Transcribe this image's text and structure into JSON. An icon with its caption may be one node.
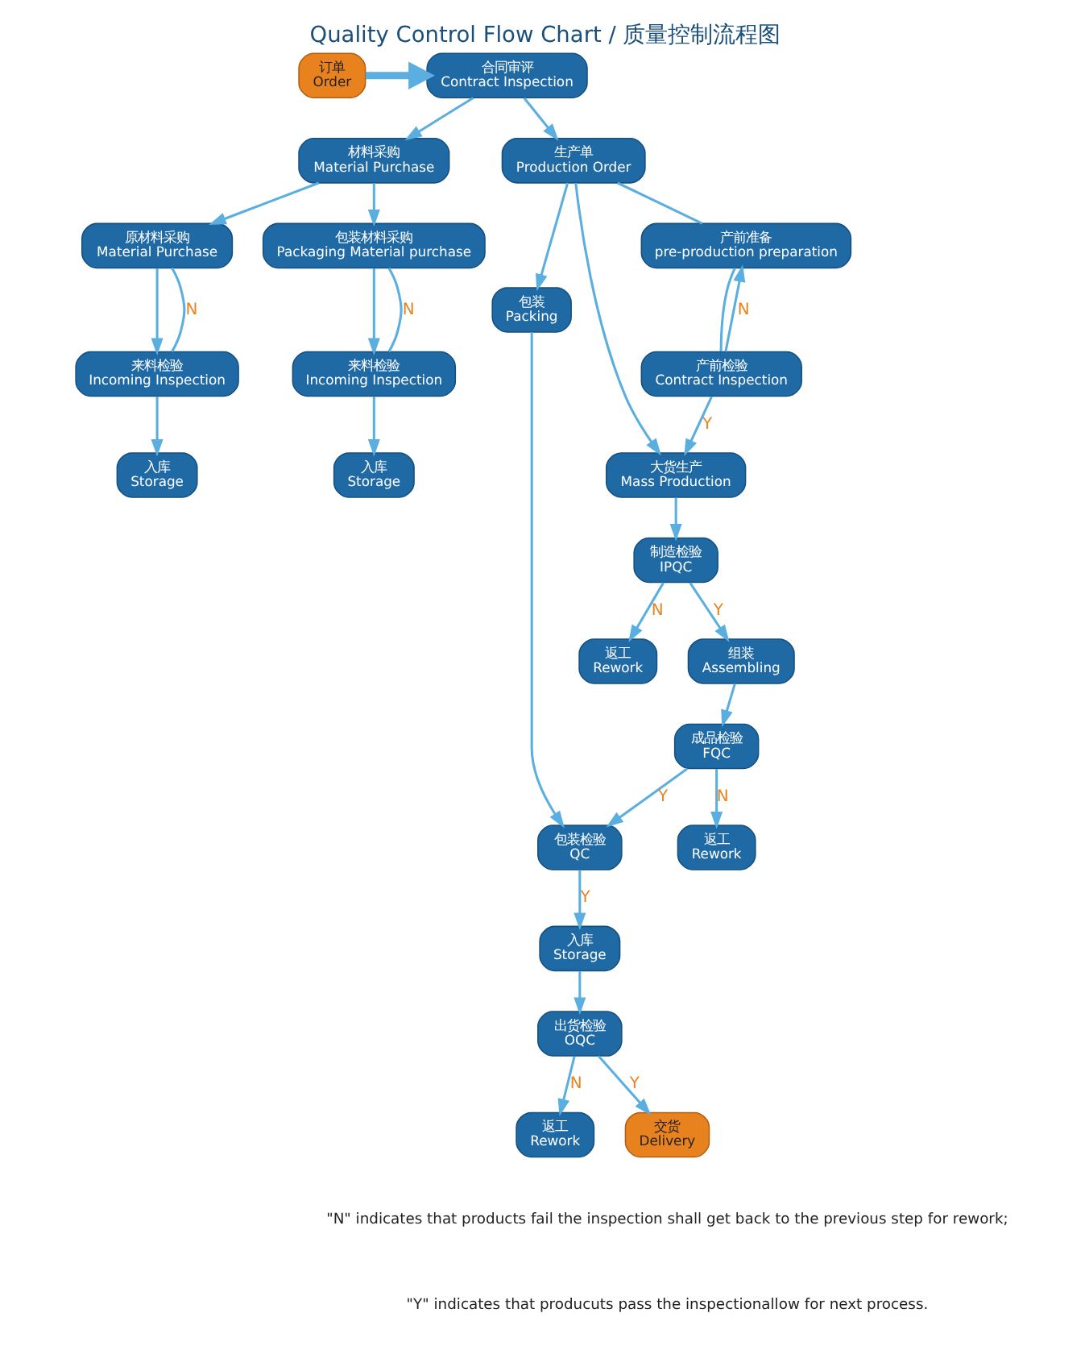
{
  "diagram": {
    "title": "Quality Control Flow Chart / 质量控制流程图",
    "nodes": [
      {
        "text": [
          "订单",
          "Order"
        ]
      },
      {
        "text": [
          "合同审评",
          "Contract Inspection"
        ]
      },
      {
        "text": [
          "材料采购",
          "Material Purchase"
        ]
      },
      {
        "text": [
          "原材料采购",
          "Material Purchase"
        ]
      },
      {
        "text": [
          "包装材料采购",
          "Packaging Material purchase"
        ]
      },
      {
        "text": [
          "来料检验",
          "Incoming Inspection"
        ]
      },
      {
        "text": [
          "来料检验",
          "Incoming Inspection"
        ]
      },
      {
        "text": [
          "入库",
          "Storage"
        ]
      },
      {
        "text": [
          "入库",
          "Storage"
        ]
      },
      {
        "text": [
          "生产单",
          "Production Order"
        ]
      },
      {
        "text": [
          "包装",
          "Packing"
        ]
      },
      {
        "text": [
          "大货生产",
          "Mass Production"
        ]
      },
      {
        "text": [
          "产前准备",
          "pre-production preparation"
        ]
      },
      {
        "text": [
          "包装检验",
          "QC"
        ]
      },
      {
        "text": [
          "制造检验",
          "IPQC"
        ]
      },
      {
        "text": [
          "返工",
          "Rework"
        ]
      },
      {
        "text": [
          "入库",
          "Storage"
        ]
      },
      {
        "text": [
          "组装",
          "Assembling"
        ]
      },
      {
        "text": [
          "返工",
          "Rework"
        ]
      },
      {
        "text": [
          "出货检验",
          "OQC"
        ]
      },
      {
        "text": [
          "产前检验",
          "Contract Inspection"
        ]
      },
      {
        "text": [
          "成品检验",
          "FQC"
        ]
      },
      {
        "text": [
          "返工",
          "Rework"
        ]
      },
      {
        "text": [
          "交货",
          "Delivery"
        ]
      }
    ],
    "edges": [
      {
        "from": 0,
        "to": 1,
        "arrow": "to",
        "style": "thick"
      },
      {
        "from": 1,
        "to": 9,
        "arrow": "to"
      },
      {
        "from": 1,
        "to": 2,
        "arrow": "to"
      },
      {
        "from": 2,
        "to": 3,
        "arrow": "to"
      },
      {
        "from": 2,
        "to": 4,
        "arrow": "to"
      },
      {
        "from": 3,
        "to": 5,
        "arrow": "to"
      },
      {
        "from": 4,
        "to": 6,
        "arrow": "to"
      },
      {
        "from": 5,
        "to": 3,
        "arrow": "none",
        "label": "N"
      },
      {
        "from": 6,
        "to": 4,
        "arrow": "none",
        "label": "N"
      },
      {
        "from": 5,
        "to": 7,
        "arrow": "to"
      },
      {
        "from": 6,
        "to": 8,
        "arrow": "to"
      },
      {
        "from": 9,
        "to": 11,
        "arrow": "to"
      },
      {
        "from": 9,
        "to": 10,
        "arrow": "to"
      },
      {
        "from": 9,
        "to": 12,
        "arrow": "none"
      },
      {
        "from": 12,
        "to": 20,
        "arrow": "none"
      },
      {
        "from": 20,
        "to": 12,
        "arrow": "to",
        "label": "N"
      },
      {
        "from": 20,
        "to": 11,
        "arrow": "to",
        "label": "Y"
      },
      {
        "from": 11,
        "to": 14,
        "arrow": "to"
      },
      {
        "from": 14,
        "to": 15,
        "arrow": "to",
        "label": "N"
      },
      {
        "from": 14,
        "to": 17,
        "arrow": "to",
        "label": "Y"
      },
      {
        "from": 17,
        "to": 21,
        "arrow": "to"
      },
      {
        "from": 21,
        "to": 22,
        "arrow": "to",
        "label": "N"
      },
      {
        "from": 21,
        "to": 13,
        "arrow": "to",
        "label": "Y"
      },
      {
        "from": 10,
        "to": 13,
        "arrow": "to"
      },
      {
        "from": 13,
        "to": 16,
        "arrow": "to",
        "label": "Y"
      },
      {
        "from": 16,
        "to": 19,
        "arrow": "to"
      },
      {
        "from": 19,
        "to": 18,
        "arrow": "to",
        "label": "N"
      },
      {
        "from": 19,
        "to": 23,
        "arrow": "to",
        "label": "Y"
      }
    ],
    "labels": [
      "\"N\" indicates that products fail the inspection shall get back to the previous step for rework;",
      "\"Y\" indicates that producuts pass the inspectionallow for next process."
    ]
  }
}
